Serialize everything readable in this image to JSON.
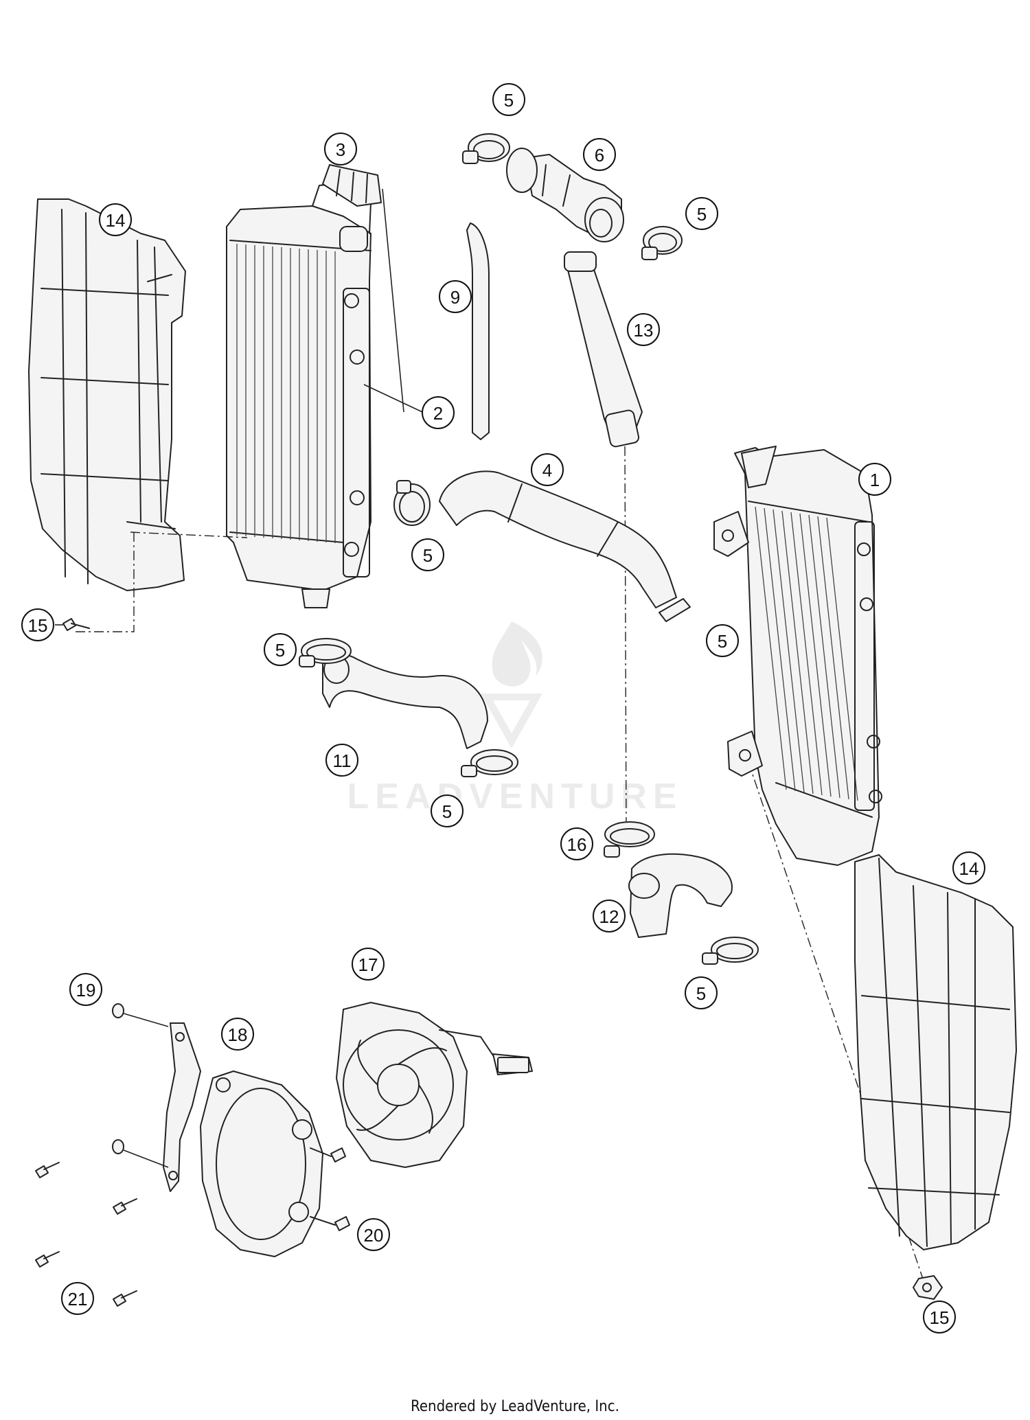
{
  "watermark": "LEADVENTURE",
  "footer": "Rendered by LeadVenture, Inc.",
  "callouts": [
    "5",
    "6",
    "5",
    "3",
    "14",
    "9",
    "13",
    "2",
    "4",
    "1",
    "5",
    "5",
    "15",
    "5",
    "11",
    "5",
    "16",
    "14",
    "12",
    "5",
    "17",
    "19",
    "18",
    "20",
    "21",
    "15"
  ]
}
